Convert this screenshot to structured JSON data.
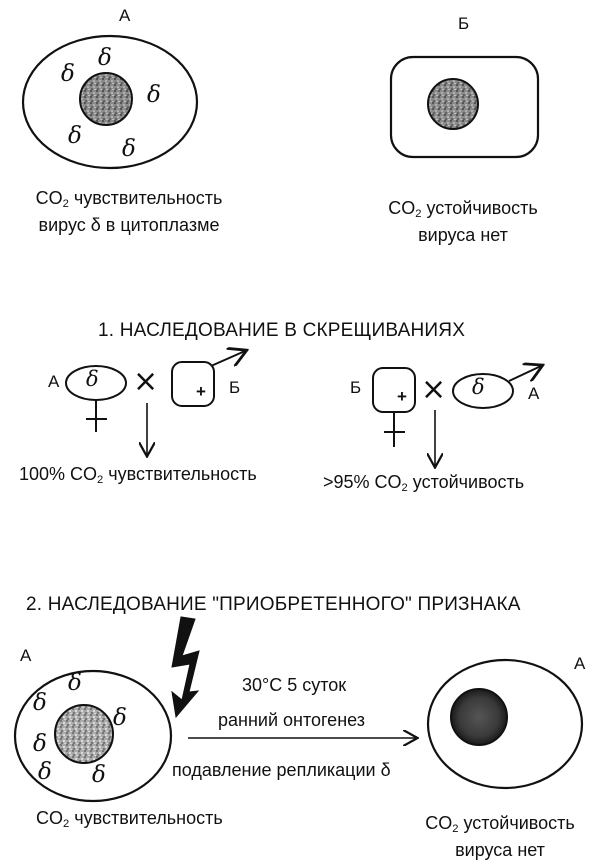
{
  "top": {
    "cell_a": {
      "letter": "А",
      "symbol": "δ",
      "caption_line1_prefix": "CO",
      "caption_line1_sub": "2",
      "caption_line1_suffix": " чувствительность",
      "caption_line2": "вирус δ в цитоплазме"
    },
    "cell_b": {
      "letter": "Б",
      "caption_line1_prefix": "CO",
      "caption_line1_sub": "2",
      "caption_line1_suffix": " устойчивость",
      "caption_line2": "вируса нет"
    }
  },
  "section1": {
    "title": "1. НАСЛЕДОВАНИЕ В СКРЕЩИВАНИЯХ",
    "left": {
      "female_label": "А",
      "female_symbol": "δ",
      "male_label": "Б",
      "male_symbol": "+",
      "cross": "×",
      "result_prefix": "100% CO",
      "result_sub": "2",
      "result_suffix": " чувствительность"
    },
    "right": {
      "female_label": "Б",
      "female_symbol": "+",
      "male_label": "А",
      "male_symbol": "δ",
      "cross": "×",
      "result_prefix": ">95% CO",
      "result_sub": "2",
      "result_suffix": " устойчивость"
    }
  },
  "section2": {
    "title": "2. НАСЛЕДОВАНИЕ \"ПРИОБРЕТЕННОГО\" ПРИЗНАКА",
    "cell_left": {
      "letter": "А",
      "symbol": "δ",
      "caption_prefix": "CO",
      "caption_sub": "2",
      "caption_suffix": " чувствительность"
    },
    "arrow_text": {
      "temp": "30°C  5 суток",
      "stage": "ранний онтогенез",
      "effect": "подавление репликации δ"
    },
    "cell_right": {
      "letter": "А",
      "caption_line1_prefix": "CO",
      "caption_line1_sub": "2",
      "caption_line1_suffix": " устойчивость",
      "caption_line2": "вируса нет"
    }
  }
}
